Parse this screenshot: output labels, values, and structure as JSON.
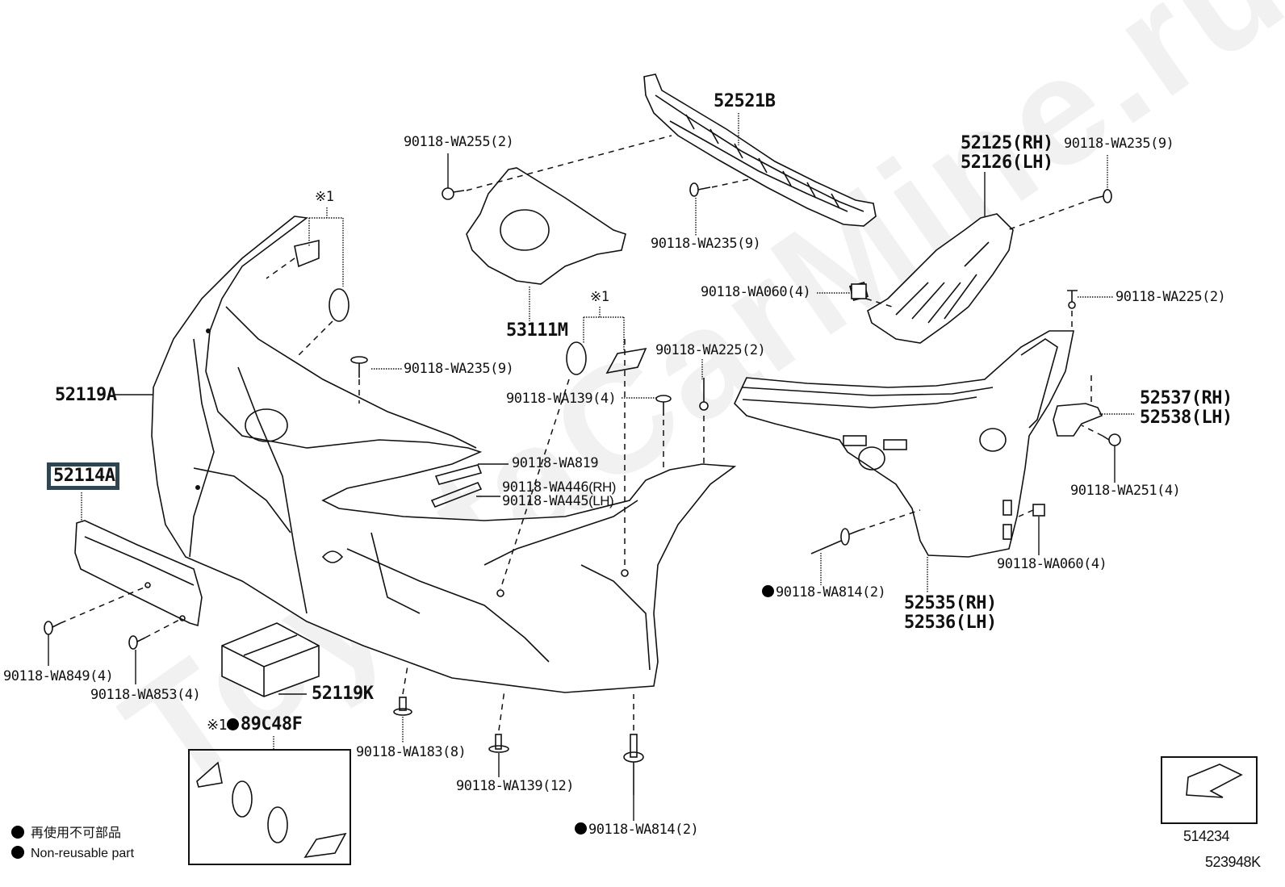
{
  "diagram": {
    "type": "exploded-parts-diagram",
    "watermark": "ToyotaCarMine.ru",
    "highlighted_part": "52114A",
    "parts": [
      {
        "id": "52521B",
        "label": "52521B",
        "kind": "main"
      },
      {
        "id": "53111M",
        "label": "53111M",
        "kind": "main"
      },
      {
        "id": "52119A",
        "label": "52119A",
        "kind": "main"
      },
      {
        "id": "52114A",
        "label": "52114A",
        "kind": "main",
        "highlighted": true
      },
      {
        "id": "52119K",
        "label": "52119K",
        "kind": "main"
      },
      {
        "id": "52125",
        "label": "52125(RH)",
        "kind": "main"
      },
      {
        "id": "52126",
        "label": "52126(LH)",
        "kind": "main"
      },
      {
        "id": "52537",
        "label": "52537(RH)",
        "kind": "main"
      },
      {
        "id": "52538",
        "label": "52538(LH)",
        "kind": "main"
      },
      {
        "id": "52535",
        "label": "52535(RH)",
        "kind": "main"
      },
      {
        "id": "52536",
        "label": "52536(LH)",
        "kind": "main"
      },
      {
        "id": "89C48F",
        "label": "89C48F",
        "kind": "kit",
        "note": "※1",
        "non_reusable": true
      }
    ],
    "fasteners": {
      "wa255_top": "90118-WA255(2)",
      "wa235_top_mid": "90118-WA235(9)",
      "wa235_top_right": "90118-WA235(9)",
      "wa060_mid": "90118-WA060(4)",
      "wa225_right": "90118-WA225(2)",
      "wa235_left": "90118-WA235(9)",
      "wa225_mid": "90118-WA225(2)",
      "wa139_mid": "90118-WA139(4)",
      "wa819": "90118-WA819",
      "wa446": "90118-WA446",
      "wa446_side": "(RH)",
      "wa445": "90118-WA445",
      "wa445_side": "(LH)",
      "wa251": "90118-WA251(4)",
      "wa060_right": "90118-WA060(4)",
      "wa814_right": "90118-WA814(2)",
      "wa849": "90118-WA849(4)",
      "wa853": "90118-WA853(4)",
      "wa183": "90118-WA183(8)",
      "wa139_bottom": "90118-WA139(12)",
      "wa814_bottom": "90118-WA814(2)"
    },
    "notes": {
      "ref1_left": "※1",
      "ref1_mid": "※1",
      "ref1_kit": "※1"
    },
    "legend": {
      "jp": "再使用不可部品",
      "en": "Non-reusable part"
    },
    "reference": {
      "view_code": "514234",
      "diagram_code": "523948K"
    }
  }
}
